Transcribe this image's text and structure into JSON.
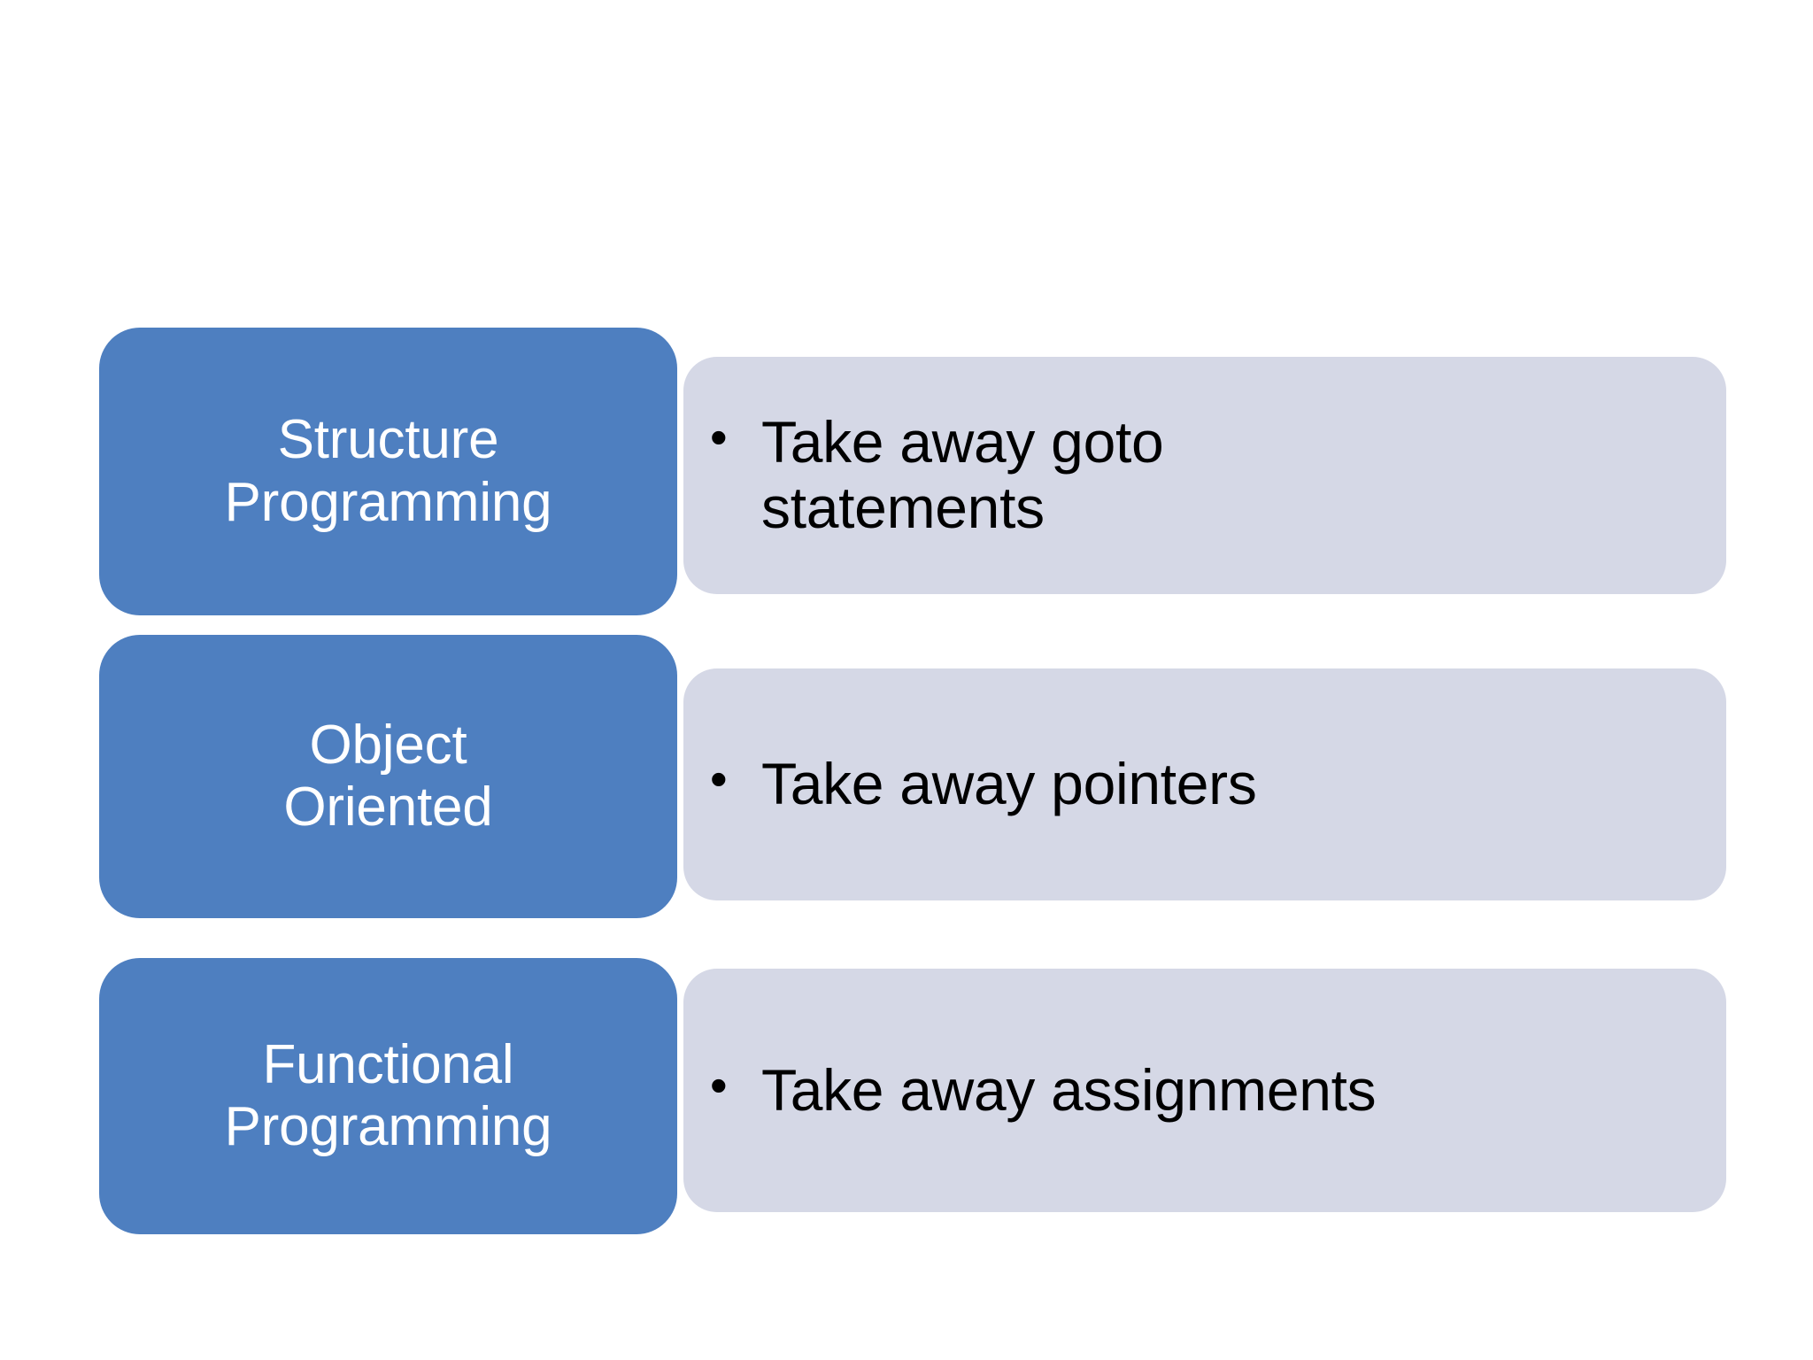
{
  "slide": {
    "background_color": "#FFFFFF",
    "accent_color": "#4E7FC0",
    "detail_color": "#D5D8E6",
    "label_text_color": "#FFFFFF",
    "detail_text_color": "#000000",
    "bullet_glyph": "•"
  },
  "rows": [
    {
      "label": "Structure\nProgramming",
      "bullet": "•",
      "detail": "Take away goto\nstatements"
    },
    {
      "label": "Object\nOriented",
      "bullet": "•",
      "detail": "Take away pointers"
    },
    {
      "label": "Functional\nProgramming",
      "bullet": "•",
      "detail": "Take away assignments"
    }
  ]
}
